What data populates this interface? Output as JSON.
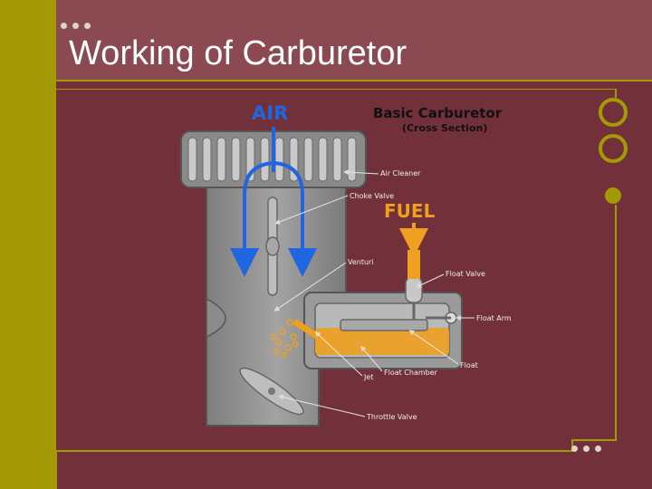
{
  "slide": {
    "title": "Working of Carburetor"
  },
  "diagram": {
    "heading": "Basic Carburetor",
    "subheading": "(Cross Section)",
    "air_label": "AIR",
    "fuel_label": "FUEL",
    "callouts": {
      "air_cleaner": "Air Cleaner",
      "choke_valve": "Choke Valve",
      "venturi": "Venturi",
      "float_valve": "Float Valve",
      "float_arm": "Float Arm",
      "float": "Float",
      "float_chamber": "Float Chamber",
      "jet": "Jet",
      "throttle_valve": "Throttle Valve"
    },
    "colors": {
      "air": "#1f66e0",
      "fuel": "#f0a020",
      "body": "#8c8c8c"
    }
  },
  "theme": {
    "background": "#72303a",
    "title_band": "#8b4a52",
    "accent": "#a39a06",
    "dots": "#ddd3c8"
  }
}
